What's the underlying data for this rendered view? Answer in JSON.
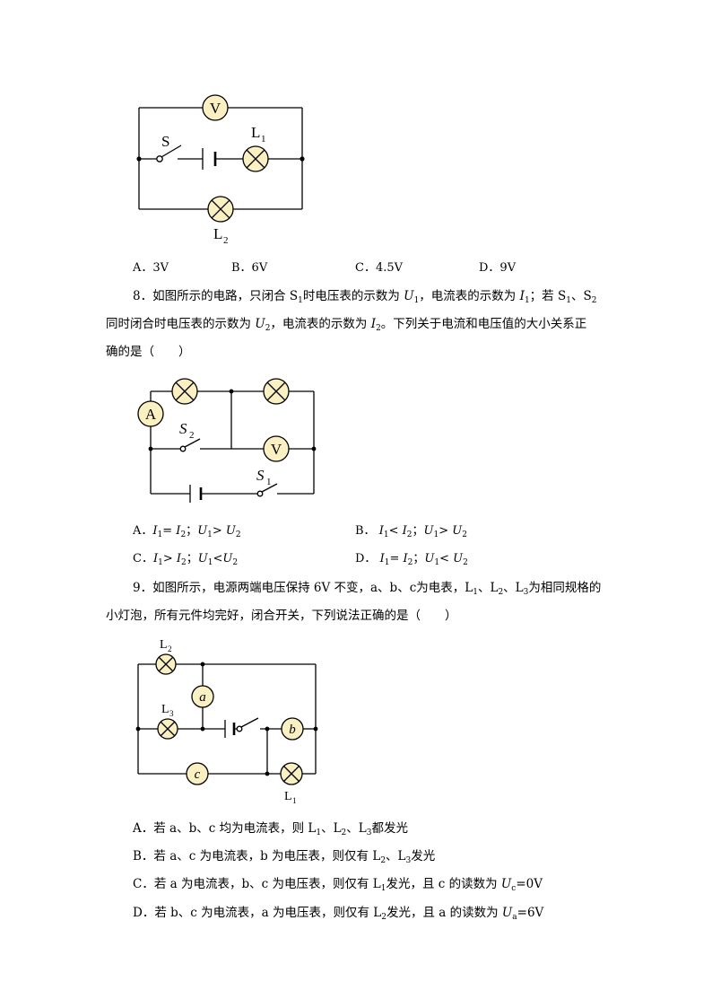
{
  "figure1": {
    "meter_v": "V",
    "switch_label": "S",
    "lamp_top_label": "L",
    "lamp_top_sub": "1",
    "lamp_bottom_label": "L",
    "lamp_bottom_sub": "2"
  },
  "q7_options": {
    "a": "A．3V",
    "b": "B．6V",
    "c": "C．4.5V",
    "d": "D．9V"
  },
  "q8": {
    "line1_a": "8．如图所示的电路，只闭合 S",
    "line1_s1": "1",
    "line1_b": "时电压表的示数为 ",
    "line1_U": "U",
    "line1_U1": "1",
    "line1_c": "，电流表的示数为 ",
    "line1_I": "I",
    "line1_I1": "1",
    "line1_d": "；若 S",
    "line1_s1b": "1",
    "line1_e": "、S",
    "line1_s2": "2",
    "line2_a": "同时闭合时电压表的示数为 ",
    "line2_U": "U",
    "line2_U2": "2",
    "line2_b": "，电流表的示数为 ",
    "line2_I": "I",
    "line2_I2": "2",
    "line2_c": "。下列关于电流和电压值的大小关系正",
    "line3": "确的是（　　）"
  },
  "figure2": {
    "meter_a": "A",
    "meter_v": "V",
    "switch2_label": "S",
    "switch2_sub": "2",
    "switch1_label": "S",
    "switch1_sub": "1"
  },
  "q8_options": {
    "a": {
      "prefix": "A．",
      "rel_i": "= ",
      "rel_u": "> "
    },
    "b": {
      "prefix": "B．  ",
      "rel_i": "< ",
      "rel_u": "> "
    },
    "c": {
      "prefix": "C．",
      "rel_i": "> ",
      "rel_u": "<"
    },
    "d": {
      "prefix": "D．  ",
      "rel_i": "= ",
      "rel_u": "< "
    },
    "I": "I",
    "U": "U",
    "sub1": "1",
    "sub2": "2",
    "sep": "；"
  },
  "q9": {
    "line1_a": "9．如图所示，电源两端电压保持 6V 不变，a、b、c为电表，L",
    "line1_s1": "1",
    "line1_b": "、L",
    "line1_s2": "2",
    "line1_c": "、L",
    "line1_s3": "3",
    "line1_d": "为相同规格的",
    "line2": "小灯泡，所有元件均完好，闭合开关，下列说法正确的是（　　）"
  },
  "figure3": {
    "meter_a": "a",
    "meter_b": "b",
    "meter_c": "c",
    "lamp2_label": "L",
    "lamp2_sub": "2",
    "lamp3_label": "L",
    "lamp3_sub": "3",
    "lamp1_label": "L",
    "lamp1_sub": "1"
  },
  "q9_options": {
    "a_1": "A．若 a、b、c 均为电流表，则 L",
    "a_s1": "1",
    "a_2": "、L",
    "a_s2": "2",
    "a_3": "、L",
    "a_s3": "3",
    "a_4": "都发光",
    "b_1": "B．若 a、c 为电流表，b 为电压表，则仅有 L",
    "b_s2": "2",
    "b_2": "、L",
    "b_s3": "3",
    "b_3": "发光",
    "c_1": "C．若 a 为电流表，b、c 为电压表，则仅有 L",
    "c_s1": "1",
    "c_2": "发光，且 c 的读数为 ",
    "c_U": "U",
    "c_sub": "c",
    "c_3": "=0V",
    "d_1": "D．若 b、c 为电流表，a 为电压表，则仅有 L",
    "d_s2": "2",
    "d_2": "发光，且 a 的读数为 ",
    "d_U": "U",
    "d_sub": "a",
    "d_3": "=6V"
  },
  "colors": {
    "meter_fill": "#fbf0c2",
    "line": "#000000"
  }
}
